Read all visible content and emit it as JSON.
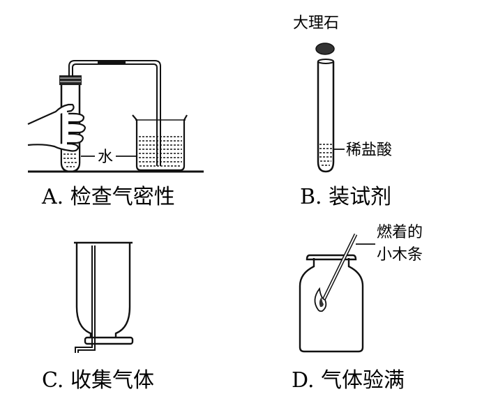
{
  "panels": {
    "a": {
      "caption": "A. 检查气密性",
      "water_label": "水"
    },
    "b": {
      "caption": "B. 装试剂",
      "marble_label": "大理石",
      "acid_label": "稀盐酸"
    },
    "c": {
      "caption": "C. 收集气体"
    },
    "d": {
      "caption": "D. 气体验满",
      "stick_label_line1": "燃着的",
      "stick_label_line2": "小木条"
    }
  }
}
